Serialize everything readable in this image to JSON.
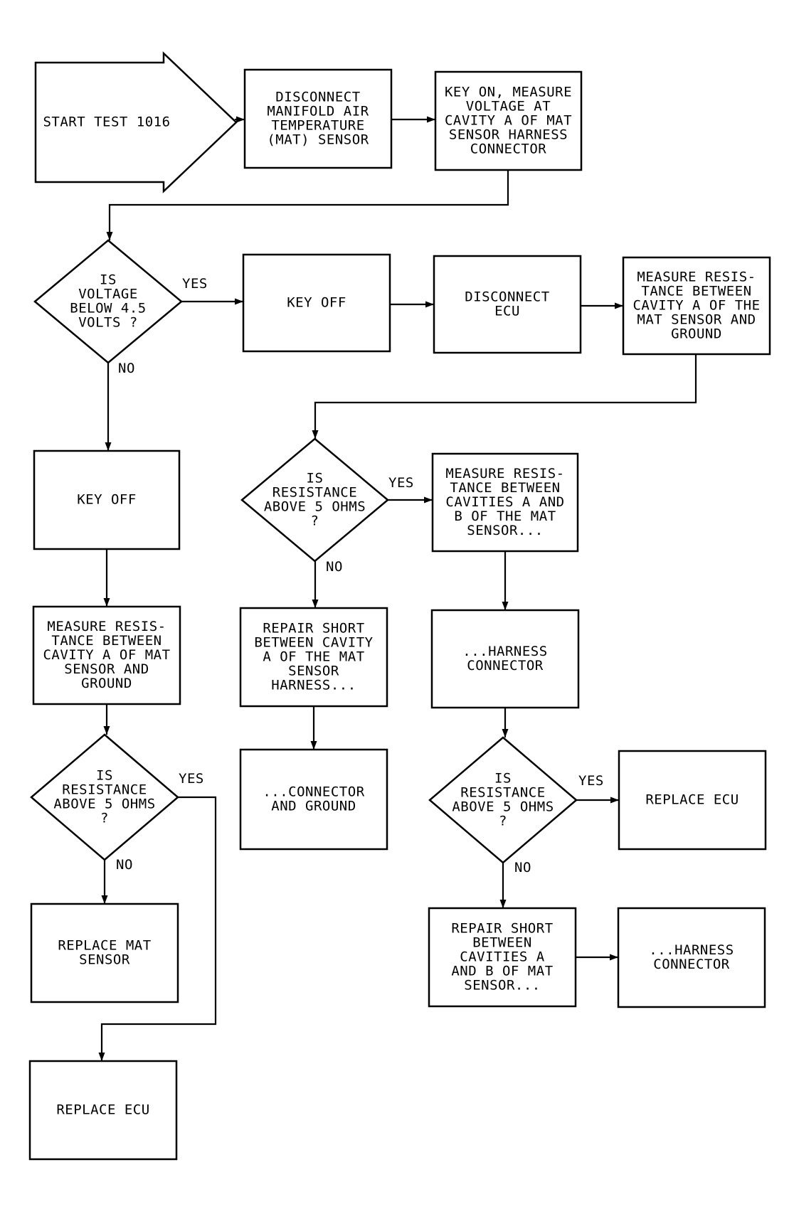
{
  "nodes": {
    "start": [
      "START TEST 1016"
    ],
    "disconnect_mat": [
      "DISCONNECT",
      "MANIFOLD AIR",
      "TEMPERATURE",
      "(MAT) SENSOR"
    ],
    "key_on_measure": [
      "KEY ON, MEASURE",
      "VOLTAGE AT",
      "CAVITY A OF MAT",
      "SENSOR HARNESS",
      "CONNECTOR"
    ],
    "voltage_decision": [
      "IS",
      "VOLTAGE",
      "BELOW 4.5",
      "VOLTS ?"
    ],
    "key_off_top": [
      "KEY OFF"
    ],
    "disconnect_ecu": [
      "DISCONNECT",
      "ECU"
    ],
    "measure_cavity_a_ground_top": [
      "MEASURE RESIS-",
      "TANCE BETWEEN",
      "CAVITY A OF THE",
      "MAT SENSOR AND",
      "GROUND"
    ],
    "resistance_decision_mid": [
      "IS",
      "RESISTANCE",
      "ABOVE 5 OHMS",
      "?"
    ],
    "measure_cavities_ab": [
      "MEASURE RESIS-",
      "TANCE BETWEEN",
      "CAVITIES A AND",
      "B OF THE MAT",
      "SENSOR..."
    ],
    "repair_short_cavity_a": [
      "REPAIR SHORT",
      "BETWEEN CAVITY",
      "A OF THE MAT",
      "SENSOR",
      "HARNESS..."
    ],
    "connector_and_ground": [
      "...CONNECTOR",
      "AND GROUND"
    ],
    "harness_connector_mid": [
      "...HARNESS",
      "CONNECTOR"
    ],
    "resistance_decision_right": [
      "IS",
      "RESISTANCE",
      "ABOVE 5 OHMS",
      "?"
    ],
    "replace_ecu_right": [
      "REPLACE ECU"
    ],
    "repair_short_cavities_ab": [
      "REPAIR SHORT",
      "BETWEEN",
      "CAVITIES A",
      "AND B OF MAT",
      "SENSOR..."
    ],
    "harness_connector_right": [
      "...HARNESS",
      "CONNECTOR"
    ],
    "key_off_left": [
      "KEY OFF"
    ],
    "measure_cavity_a_ground_left": [
      "MEASURE RESIS-",
      "TANCE BETWEEN",
      "CAVITY A OF MAT",
      "SENSOR AND",
      "GROUND"
    ],
    "resistance_decision_left": [
      "IS",
      "RESISTANCE",
      "ABOVE 5 OHMS",
      "?"
    ],
    "replace_mat_sensor": [
      "REPLACE MAT",
      "SENSOR"
    ],
    "replace_ecu_left": [
      "REPLACE ECU"
    ]
  },
  "labels": {
    "yes": "YES",
    "no": "NO"
  }
}
